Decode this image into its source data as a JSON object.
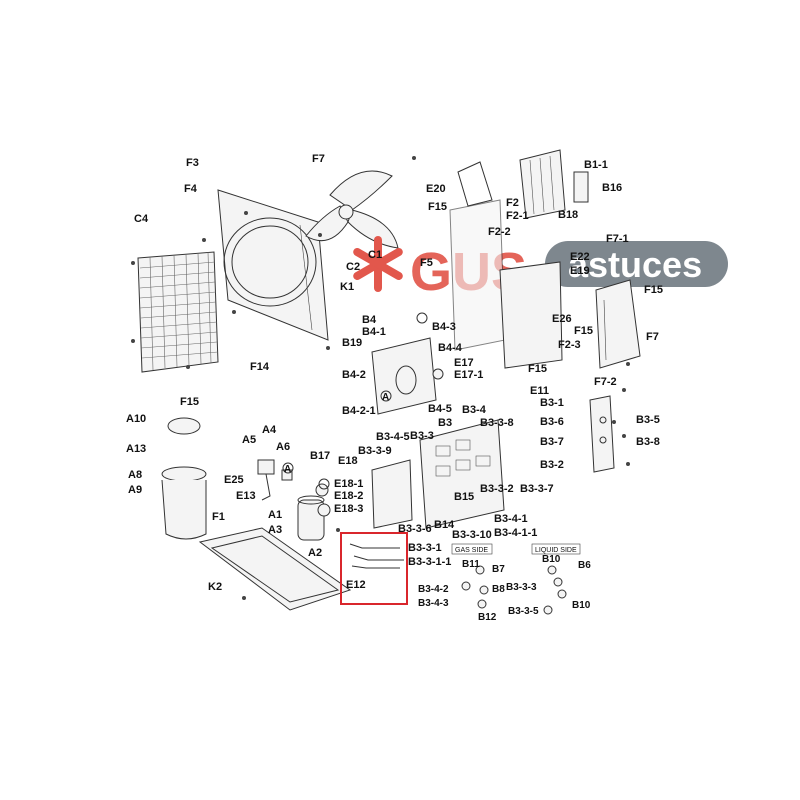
{
  "logo": {
    "brand_left": "GUS",
    "brand_right": "astuces",
    "colors": {
      "red": "#e2574c",
      "grey": "#707a82"
    }
  },
  "highlight": {
    "part": "E12",
    "color": "#d9262c"
  },
  "sub_headers": {
    "gas_side": "GAS SIDE",
    "liquid_side": "LIQUID SIDE"
  },
  "labels": [
    "F3",
    "F7",
    "F4",
    "C4",
    "C2",
    "C1",
    "K1",
    "F14",
    "F15",
    "F5",
    "E20",
    "F15",
    "F2",
    "F2-1",
    "F2-2",
    "B1-1",
    "B16",
    "B18",
    "F7-1",
    "E22",
    "E19",
    "F15",
    "F7",
    "E26",
    "F15",
    "F2-3",
    "F15",
    "F7-2",
    "B4",
    "B4-1",
    "B19",
    "B4-3",
    "B4-4",
    "E17",
    "E17-1",
    "B4-2",
    "B4-2-1",
    "B4-5",
    "A10",
    "A13",
    "A8",
    "A9",
    "A5",
    "A4",
    "A6",
    "E25",
    "E13",
    "B17",
    "A1",
    "A3",
    "A2",
    "F1",
    "K2",
    "E18",
    "B3-4-5",
    "B3-3",
    "B3-4",
    "B3-3-8",
    "B3-3-9",
    "E18-1",
    "E18-2",
    "E18-3",
    "B15",
    "B3-3-2",
    "B3-3-7",
    "B3-3-6",
    "B14",
    "B3-4-1",
    "B3-4-1-1",
    "B3-3-10",
    "B3-3-1",
    "B3-3-1-1",
    "E11",
    "B3-1",
    "B3-6",
    "B3-5",
    "B3-7",
    "B3-8",
    "B3-2",
    "E12",
    "B11",
    "B7",
    "B3-4-2",
    "B8",
    "B3-4-3",
    "B12",
    "B10",
    "B6",
    "B3-3-3",
    "B3-3-5",
    "B10",
    "B3",
    "A"
  ]
}
